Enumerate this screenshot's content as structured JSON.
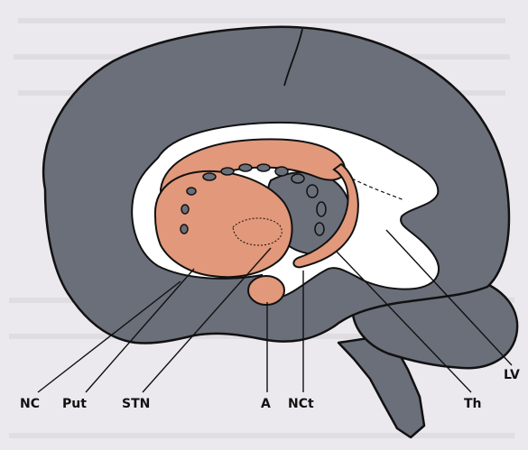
{
  "figure": {
    "labels": {
      "nc": "NC",
      "put": "Put",
      "stn": "STN",
      "a": "A",
      "nct": "NCt",
      "th": "Th",
      "lv": "LV"
    }
  },
  "colors": {
    "background": "#ece9ee",
    "brain_tissue": "#6b6f7a",
    "basal_ganglia": "#e2987a",
    "ventricle": "#ffffff",
    "outline": "#111111"
  }
}
